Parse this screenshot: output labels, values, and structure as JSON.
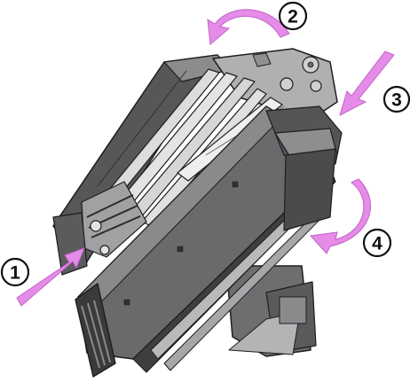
{
  "colors": {
    "background": "#ffffff",
    "arrow": "#e58be8",
    "arrow_edge": "#c263c7",
    "body_dark": "#4f4f52",
    "body_mid": "#77777a",
    "body_light": "#a9a9ac",
    "rod": "#d9d9dc",
    "outline": "#1e1e20"
  },
  "steps": [
    {
      "label": "1",
      "arrow": "straight-arrow"
    },
    {
      "label": "2",
      "arrow": "curved-arrow"
    },
    {
      "label": "3",
      "arrow": "straight-arrow"
    },
    {
      "label": "4",
      "arrow": "curved-arrow"
    }
  ]
}
